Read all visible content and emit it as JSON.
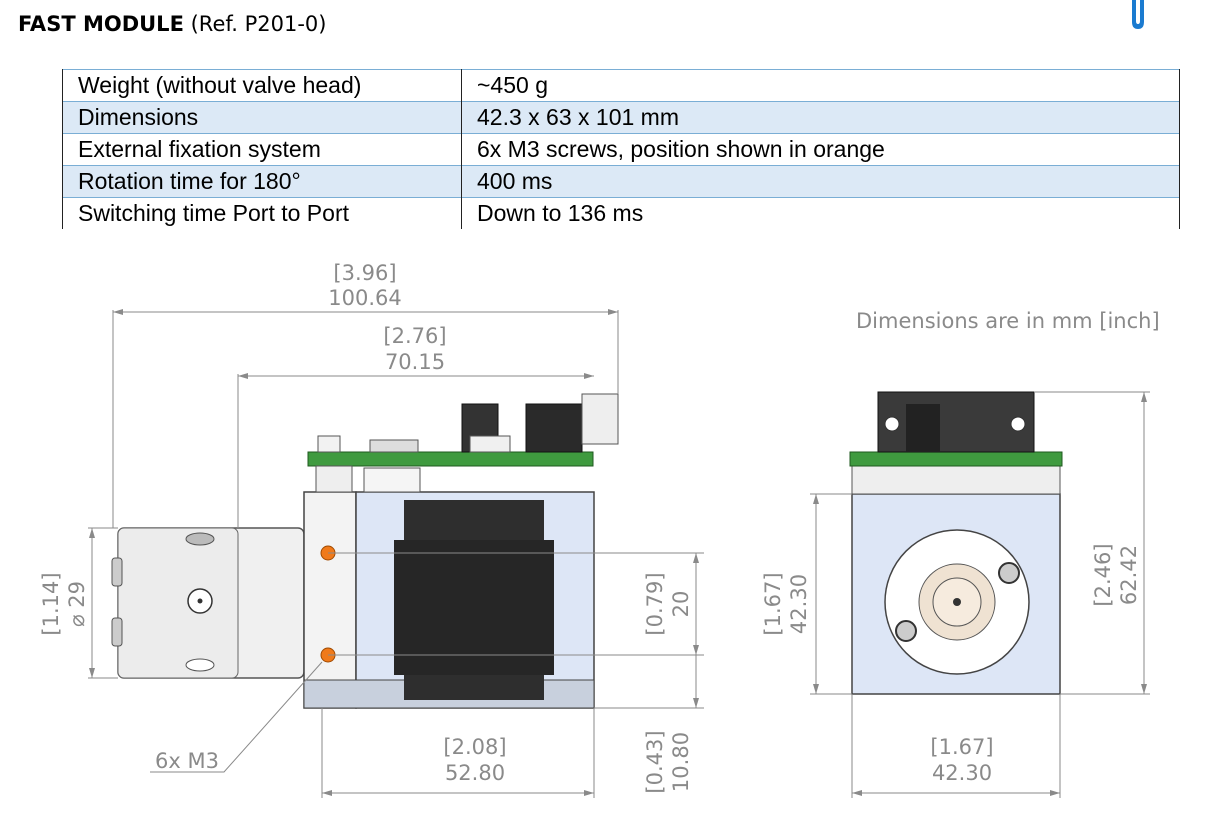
{
  "header": {
    "title_bold": "FAST MODULE",
    "title_ref": "(Ref. P201-0)"
  },
  "specs": [
    {
      "label": "Weight (without valve head)",
      "value": "~450 g"
    },
    {
      "label": "Dimensions",
      "value": "42.3 x 63 x 101 mm"
    },
    {
      "label": "External fixation system",
      "value": "6x M3 screws, position shown in orange"
    },
    {
      "label": "Rotation time for 180°",
      "value": "400 ms"
    },
    {
      "label": "Switching time Port to Port",
      "value": "Down to 136 ms"
    }
  ],
  "drawing": {
    "note": "Dimensions are in mm [inch]",
    "colors": {
      "orange": "#f07a1a",
      "pcb": "#3f9a3f",
      "blue": "#dde6f6"
    },
    "dims": {
      "overall_len_in": "[3.96]",
      "overall_len_mm": "100.64",
      "board_len_in": "[2.76]",
      "board_len_mm": "70.15",
      "head_dia_in": "[1.14]",
      "head_dia_mm": "⌀ 29",
      "screw_pitch_in": "[0.79]",
      "screw_pitch_mm": "20",
      "motor_len_in": "[2.08]",
      "motor_len_mm": "52.80",
      "screw_off_in": "[0.43]",
      "screw_off_mm": "10.80",
      "screw_label": "6x M3",
      "side_h_in": "[1.67]",
      "side_h_mm": "42.30",
      "total_h_in": "[2.46]",
      "total_h_mm": "62.42",
      "side_w_in": "[1.67]",
      "side_w_mm": "42.30"
    }
  }
}
